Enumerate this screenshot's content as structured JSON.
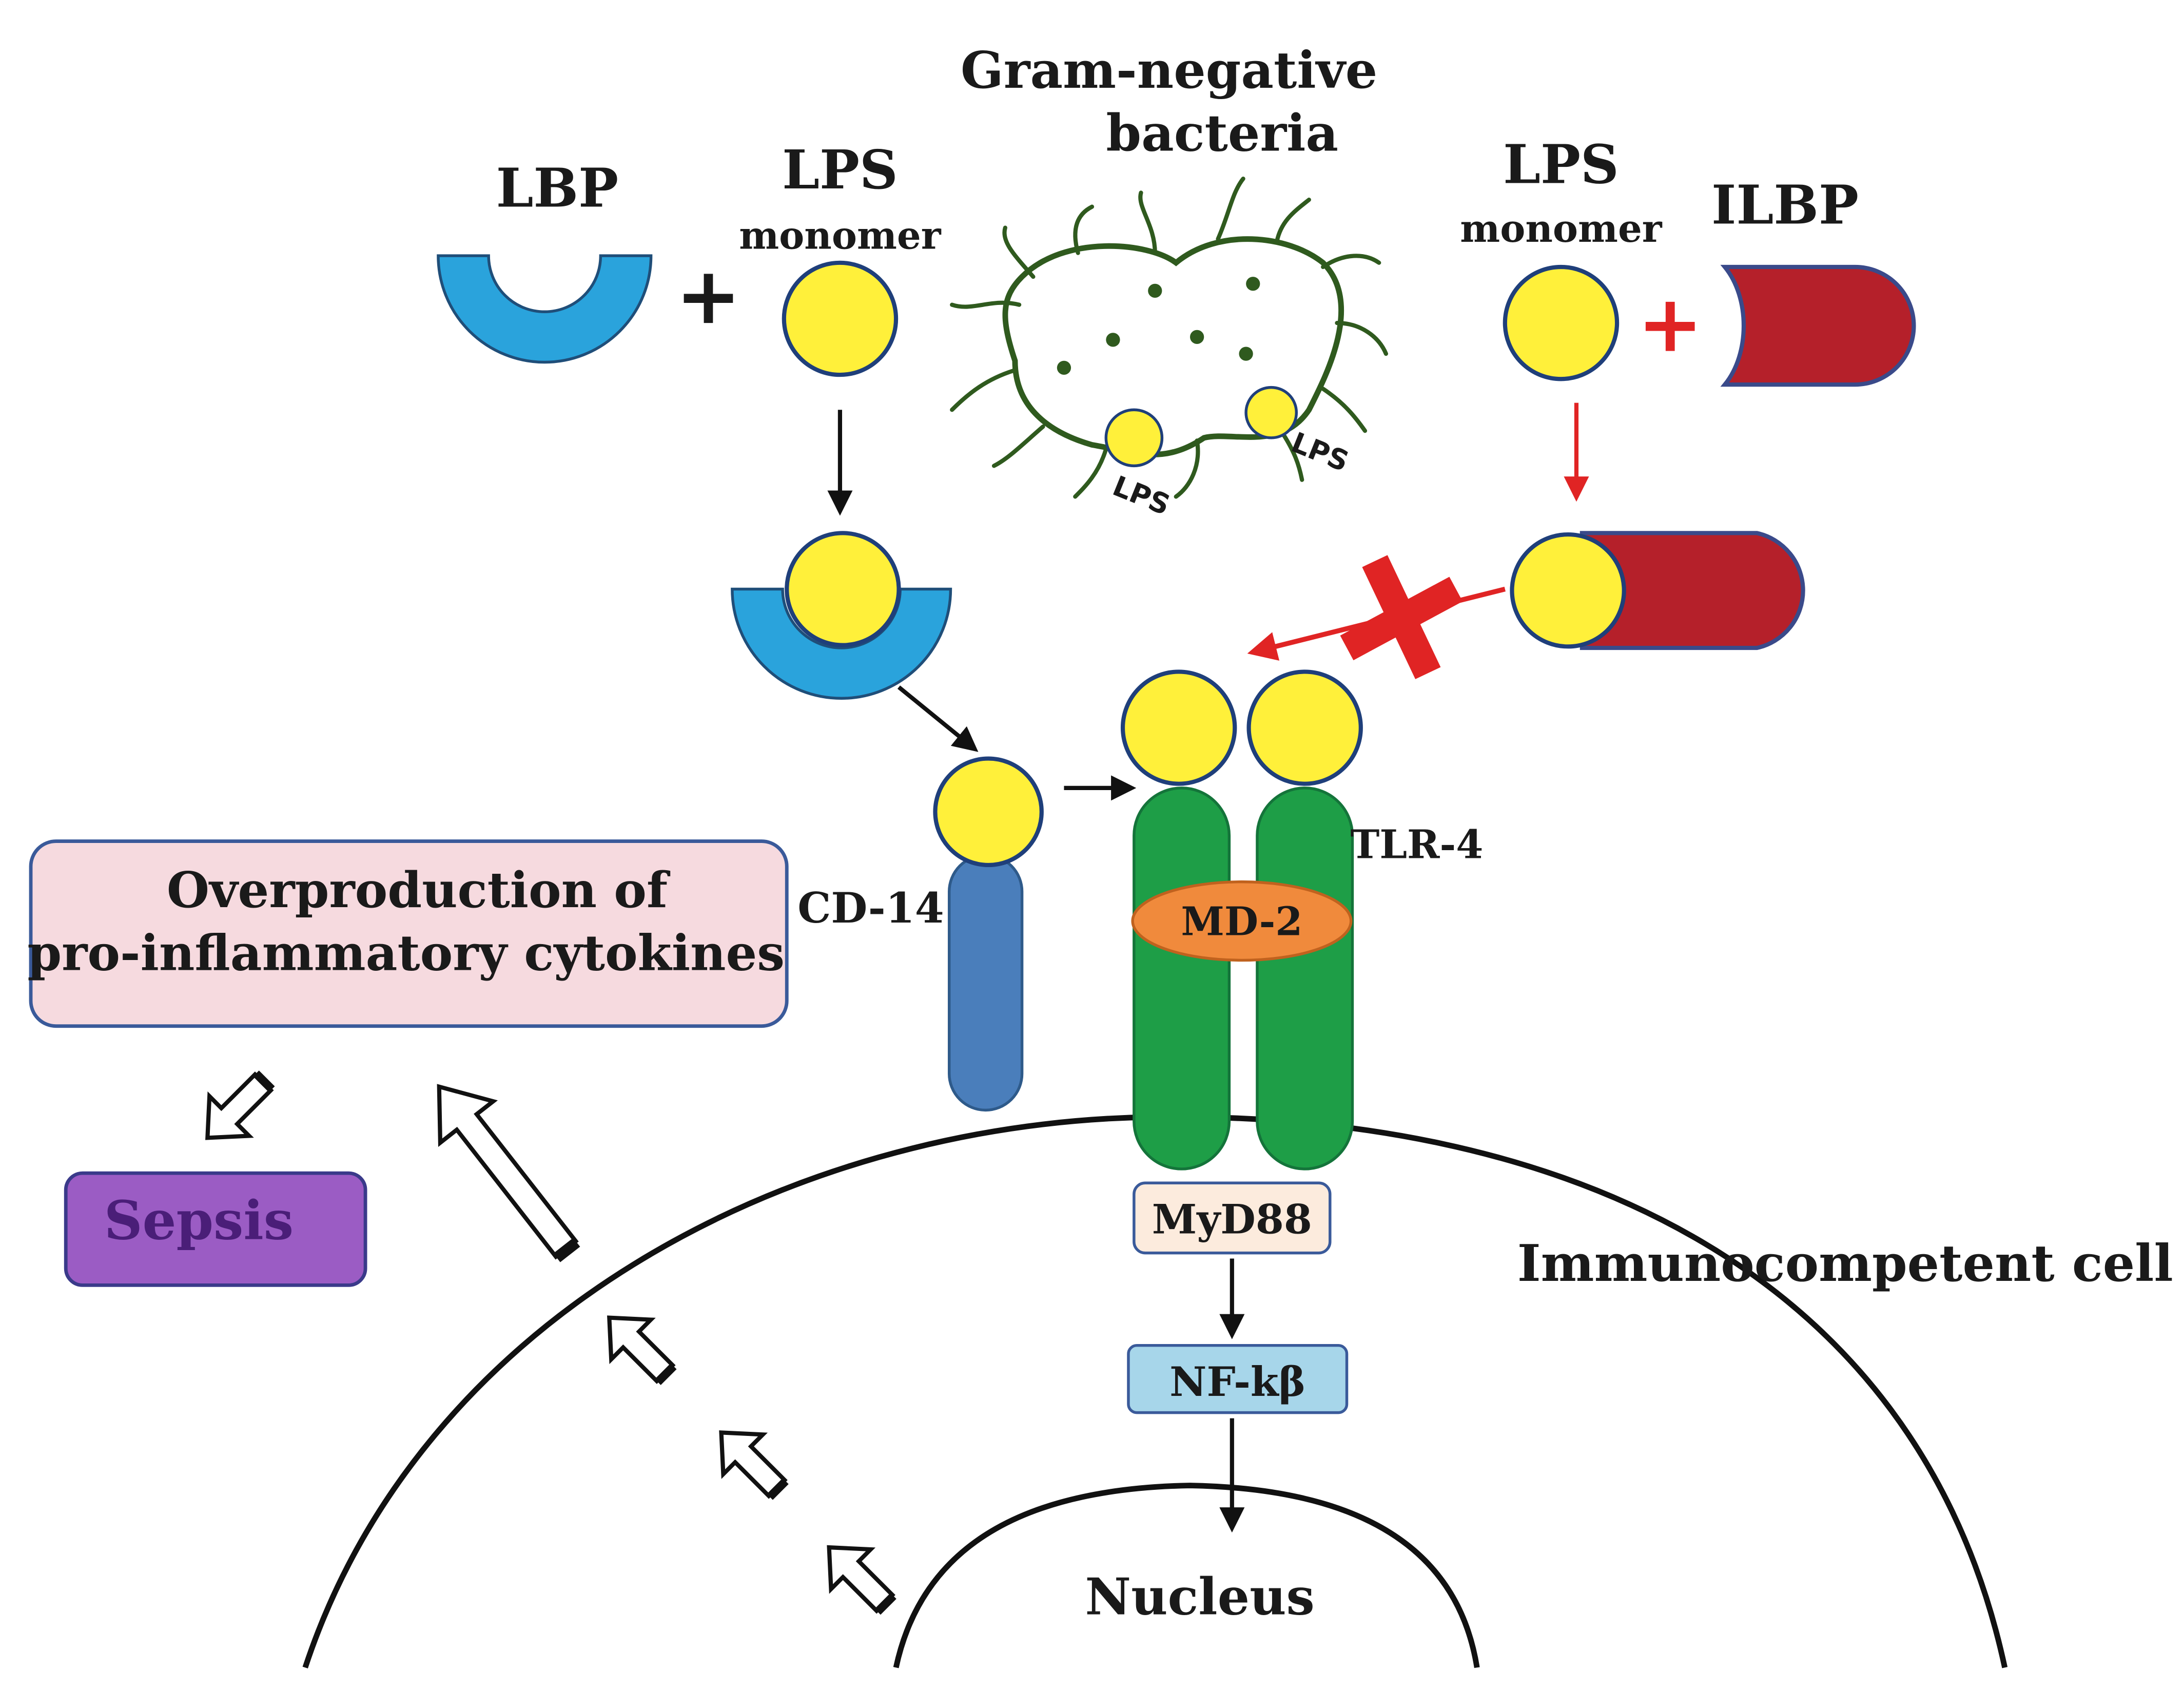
{
  "labels": {
    "gram_negative": "Gram-negative",
    "bacteria": "bacteria",
    "lbp": "LBP",
    "lps_left": "LPS",
    "monomer_left": "monomer",
    "lps_right": "LPS",
    "monomer_right": "monomer",
    "ilbp": "ILBP",
    "lps_surface_1": "LPS",
    "lps_surface_2": "LPS",
    "plus_left": "+",
    "plus_right": "+",
    "cd14": "CD-14",
    "tlr4": "TLR-4",
    "md2": "MD-2",
    "myd88": "MyD88",
    "nfkb": "NF-kβ",
    "nucleus": "Nucleus",
    "immunocompetent_cell": "Immunocompetent cell",
    "overproduction_line1": "Overproduction of",
    "overproduction_line2": "pro-inflammatory cytokines",
    "sepsis": "Sepsis"
  },
  "colors": {
    "lbp_blue": "#2AA3DC",
    "lps_yellow": "#FFF03A",
    "ilbp_red": "#B5202A",
    "cd14_blue": "#4A7EBB",
    "tlr4_green": "#1E9E47",
    "md2_orange": "#F08A3C",
    "bacteria_outline": "#2F5A1E",
    "inhibit_red": "#E02424",
    "cytokine_box": "#F6DADF",
    "sepsis_box": "#9B5CC4",
    "sepsis_text": "#4A1E78",
    "myd88_box": "#FCEBDD",
    "nfkb_box": "#A7D6EA"
  }
}
